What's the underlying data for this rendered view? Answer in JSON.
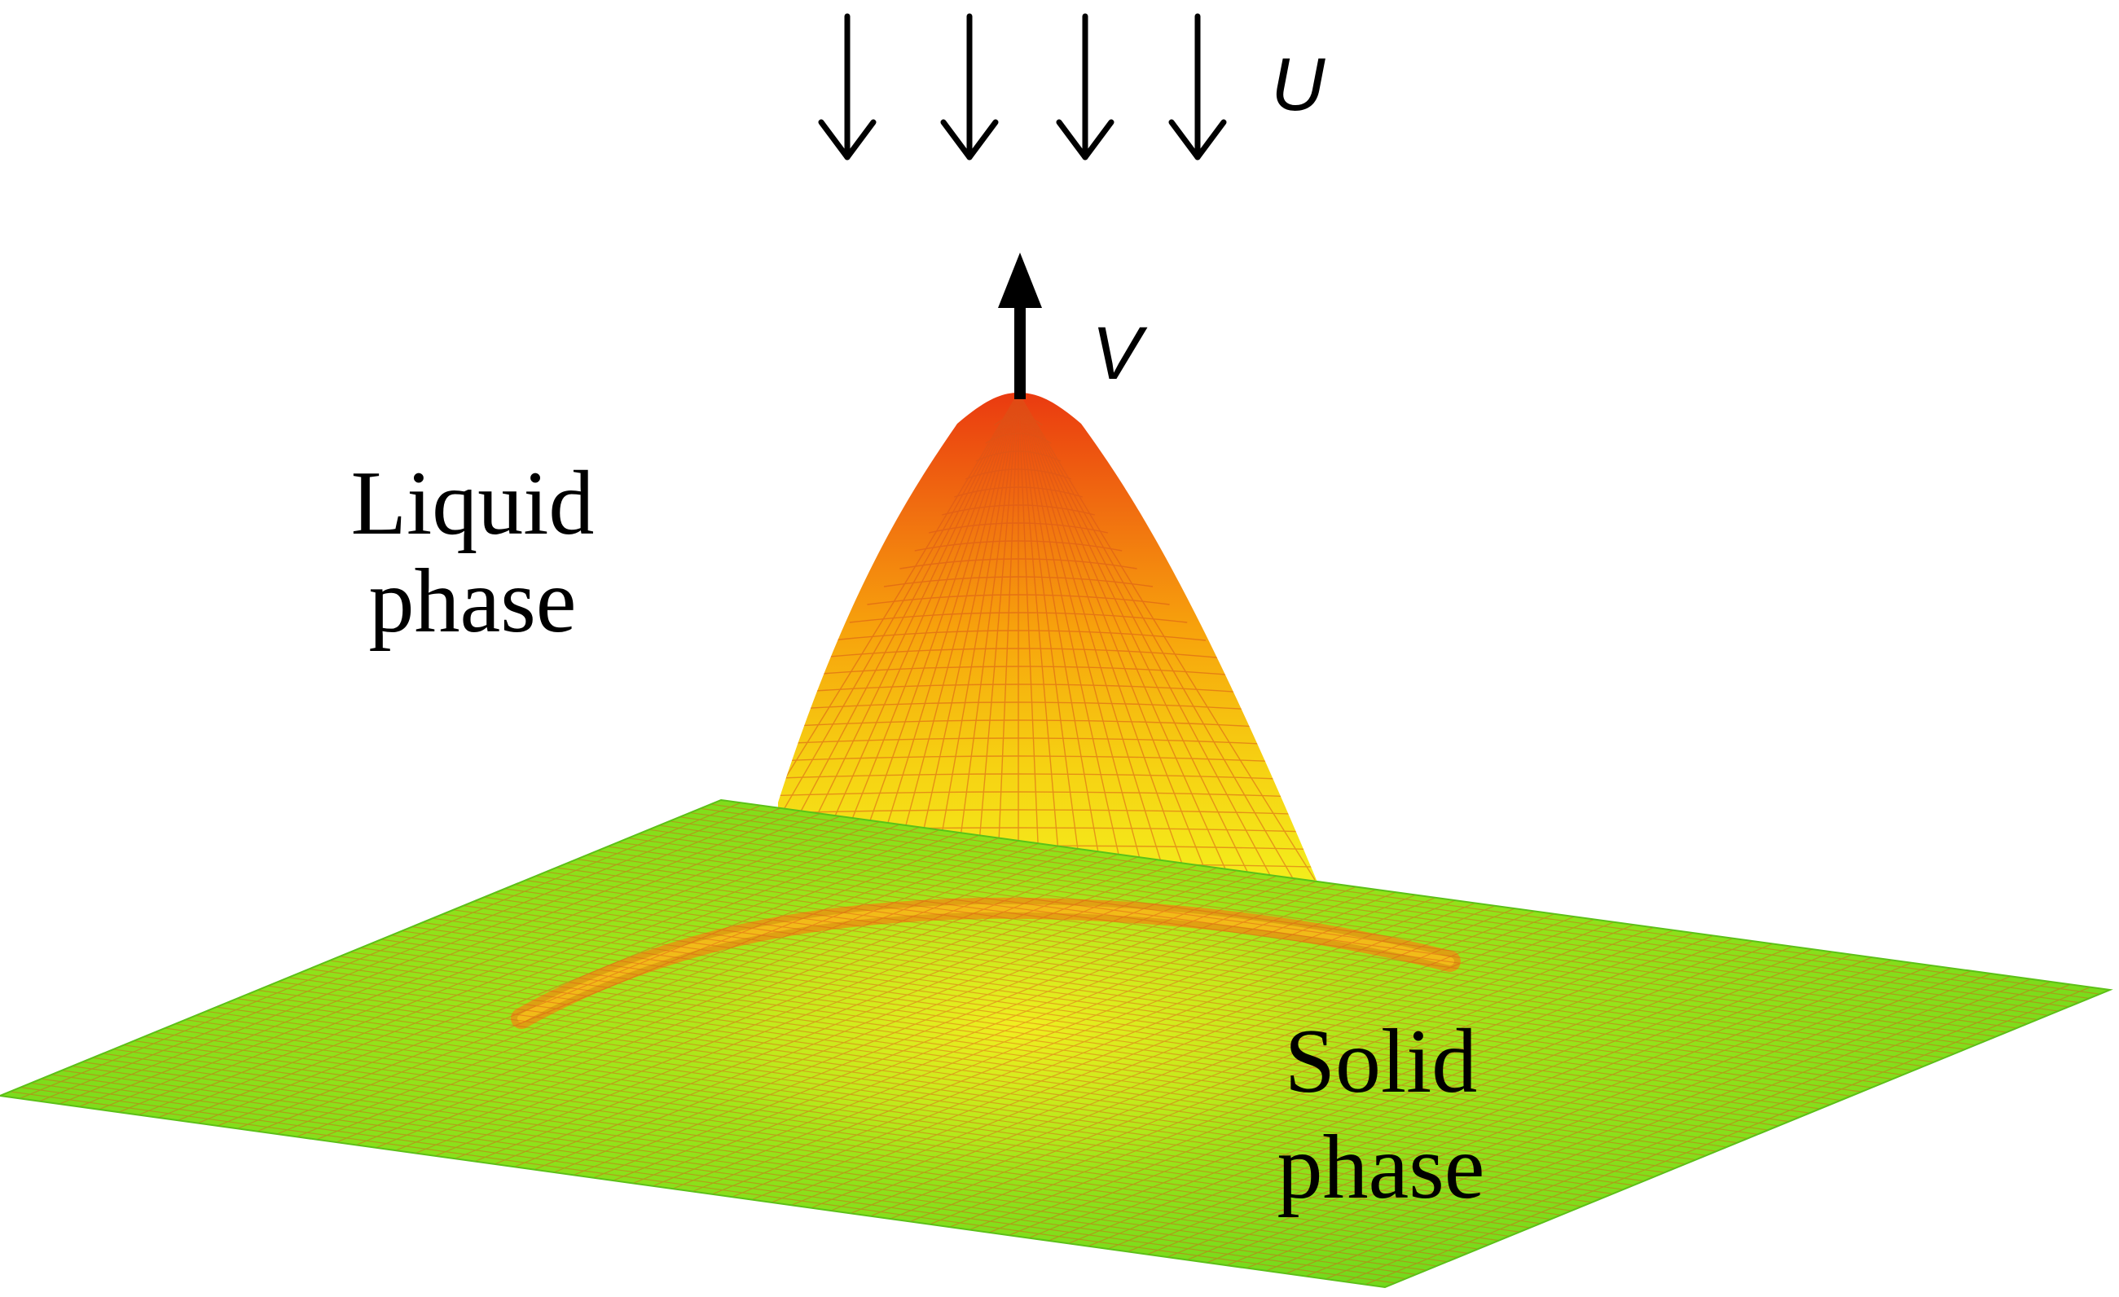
{
  "labels": {
    "u": "U",
    "v": "V",
    "liquid_line1": "Liquid",
    "liquid_line2": "phase",
    "solid_line1": "Solid",
    "solid_line2": "phase"
  },
  "colors": {
    "solid_green": "#6fe21a",
    "peak_red": "#ea3a10",
    "mid_orange": "#f7a20c",
    "base_yellow": "#f4ee1c",
    "mesh_line": "#e0501a",
    "arrow": "#000000"
  }
}
